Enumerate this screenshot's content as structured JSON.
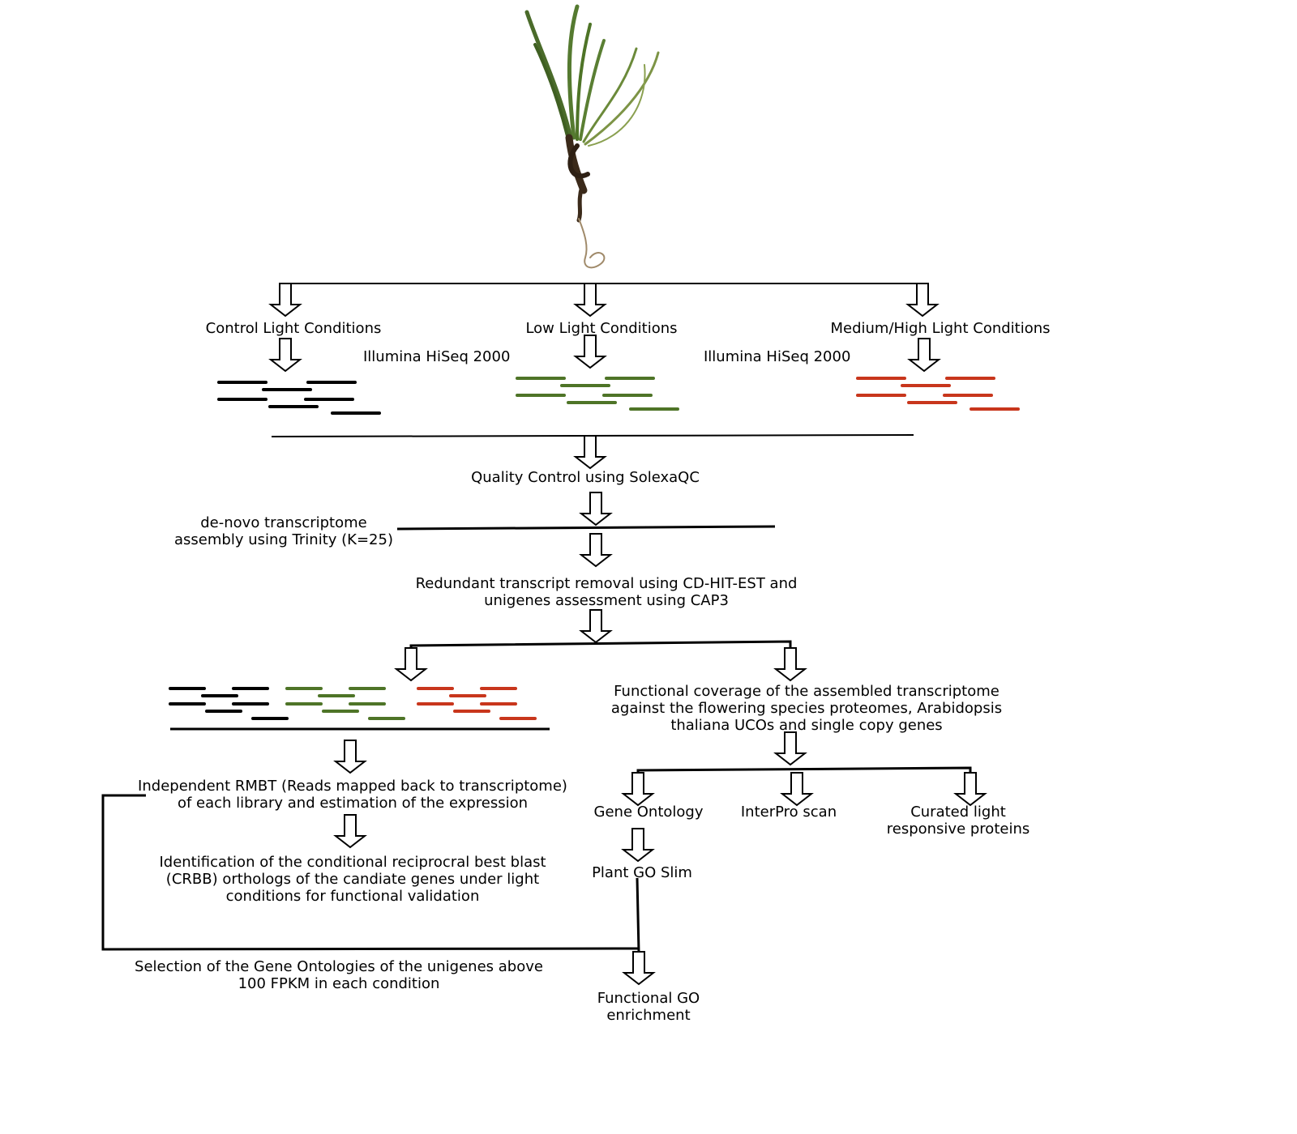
{
  "colors": {
    "control": "#000000",
    "low": "#4e7427",
    "high": "#c8361c",
    "arrow": "#000000"
  },
  "plant": {
    "icon": "grass-plant-icon"
  },
  "conditions": {
    "control": "Control Light Conditions",
    "low": "Low Light Conditions",
    "high": "Medium/High Light Conditions"
  },
  "sequencer": {
    "left": "Illumina HiSeq 2000",
    "right": "Illumina HiSeq 2000"
  },
  "steps": {
    "qc": "Quality Control using SolexaQC",
    "assembly": [
      "de-novo transcriptome",
      "assembly using Trinity (K=25)"
    ],
    "redundancy": [
      "Redundant transcript removal using CD-HIT-EST and",
      "unigenes assessment using CAP3"
    ],
    "coverage": [
      "Functional coverage of the assembled transcriptome",
      "against the flowering species proteomes, Arabidopsis",
      "thaliana UCOs and single copy genes"
    ],
    "rmbt": [
      "Independent RMBT (Reads mapped back to transcriptome)",
      "of each library and estimation of the expression"
    ],
    "crbb": [
      "Identification of the conditional reciprocral best blast",
      "(CRBB) orthologs of the candiate genes under light",
      "conditions for functional validation"
    ],
    "go": "Gene Ontology",
    "interpro": "InterPro scan",
    "curated": [
      "Curated light",
      "responsive proteins"
    ],
    "goslim": "Plant GO Slim",
    "selection": [
      "Selection of the Gene Ontologies of the unigenes above",
      "100 FPKM in each condition"
    ],
    "enrichment": [
      "Functional GO",
      "enrichment"
    ]
  }
}
